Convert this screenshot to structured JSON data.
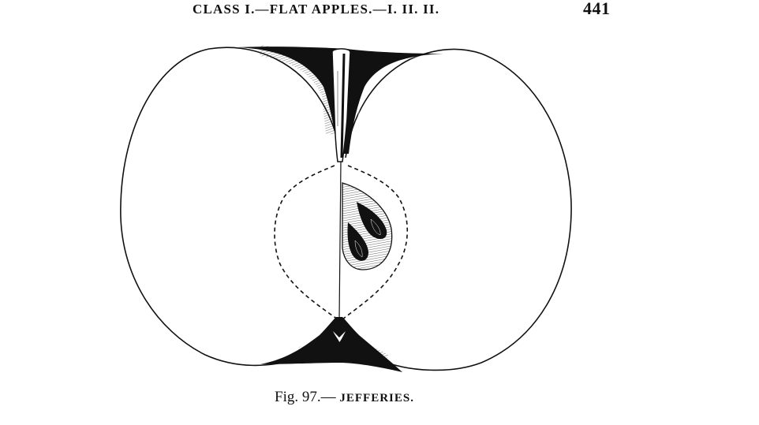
{
  "page": {
    "running_head": "CLASS I.—FLAT APPLES.—I. II. II.",
    "page_number": "441"
  },
  "figure": {
    "label": "Fig. 97.—",
    "title": "JEFFERIES.",
    "subject": "apple-cross-section-illustration",
    "colors": {
      "ink": "#111111",
      "paper": "#ffffff"
    }
  }
}
